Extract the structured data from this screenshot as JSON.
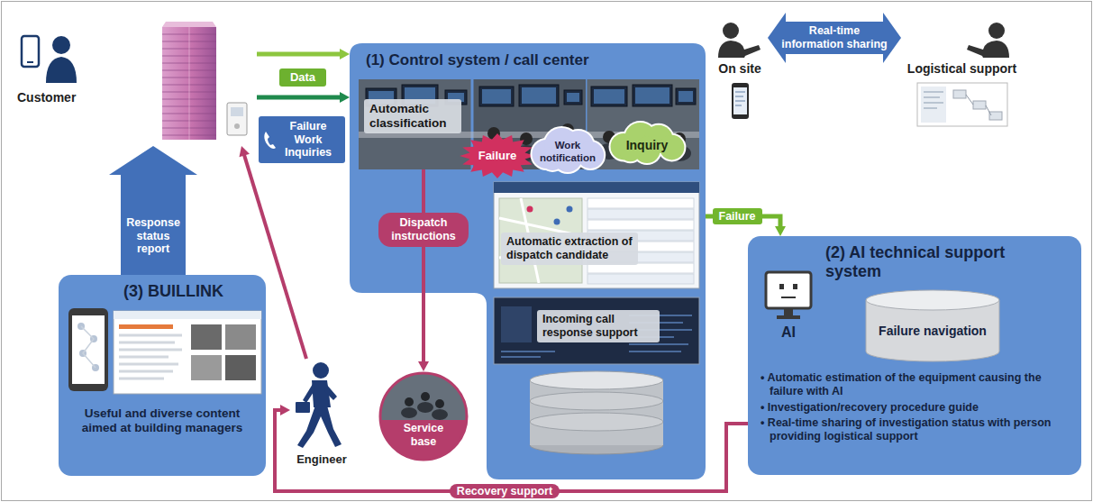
{
  "diagram": {
    "nodes": [
      {
        "text": [
          "Customer"
        ]
      },
      {
        "text": [
          "(1) Control system / call center"
        ]
      },
      {
        "text": [
          "Automatic classification"
        ],
        "in": 1
      },
      {
        "text": [
          "Failure"
        ],
        "in": 1
      },
      {
        "text": [
          "Work notification"
        ],
        "in": 1
      },
      {
        "text": [
          "Inquiry"
        ],
        "in": 1
      },
      {
        "text": [
          "Automatic extraction of dispatch candidate"
        ],
        "in": 1
      },
      {
        "text": [
          "Incoming call response support"
        ],
        "in": 1
      },
      {
        "text": [
          "On site"
        ]
      },
      {
        "text": [
          "Logistical support"
        ]
      },
      {
        "text": [
          "(2) AI technical support system",
          "• Automatic estimation of the equipment causing the failure with AI",
          "• Investigation/recovery procedure guide",
          "• Real-time sharing of investigation status with person providing logistical support"
        ]
      },
      {
        "text": [
          "AI"
        ],
        "in": 10
      },
      {
        "text": [
          "Failure navigation"
        ],
        "in": 10
      },
      {
        "text": [
          "(3) BUILLINK",
          "Useful and diverse content aimed at building managers"
        ]
      },
      {
        "text": [
          "Engineer"
        ]
      },
      {
        "text": [
          "Service base"
        ]
      }
    ],
    "edges": [
      {
        "from": 0,
        "to": 1,
        "label": "Data",
        "arrow": "to"
      },
      {
        "from": 0,
        "to": 1,
        "label": "Failure Work Inquiries",
        "arrow": "to"
      },
      {
        "from": 2,
        "to": 15,
        "label": "Dispatch instructions",
        "arrow": "to"
      },
      {
        "from": 8,
        "to": 9,
        "label": "Real-time information sharing",
        "arrow": "both"
      },
      {
        "from": 1,
        "to": 10,
        "label": "Failure",
        "arrow": "to"
      },
      {
        "from": 13,
        "to": 0,
        "label": "Response status report",
        "arrow": "to"
      },
      {
        "from": 14,
        "to": 0,
        "arrow": "to"
      },
      {
        "from": 10,
        "to": 14,
        "label": "Recovery support",
        "arrow": "to"
      }
    ]
  }
}
